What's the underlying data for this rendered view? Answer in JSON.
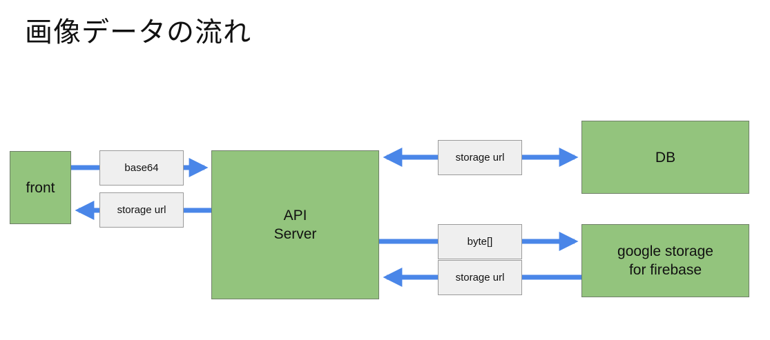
{
  "title": "画像データの流れ",
  "colors": {
    "node_fill": "#93c47d",
    "label_fill": "#efefef",
    "arrow": "#4a86e8"
  },
  "nodes": {
    "front": "front",
    "api": "API\nServer",
    "db": "DB",
    "google": "google storage\nfor firebase"
  },
  "edges": {
    "front_to_api": "base64",
    "api_to_front": "storage url",
    "api_db": "storage url",
    "api_to_google": "byte[]",
    "google_to_api": "storage url"
  }
}
